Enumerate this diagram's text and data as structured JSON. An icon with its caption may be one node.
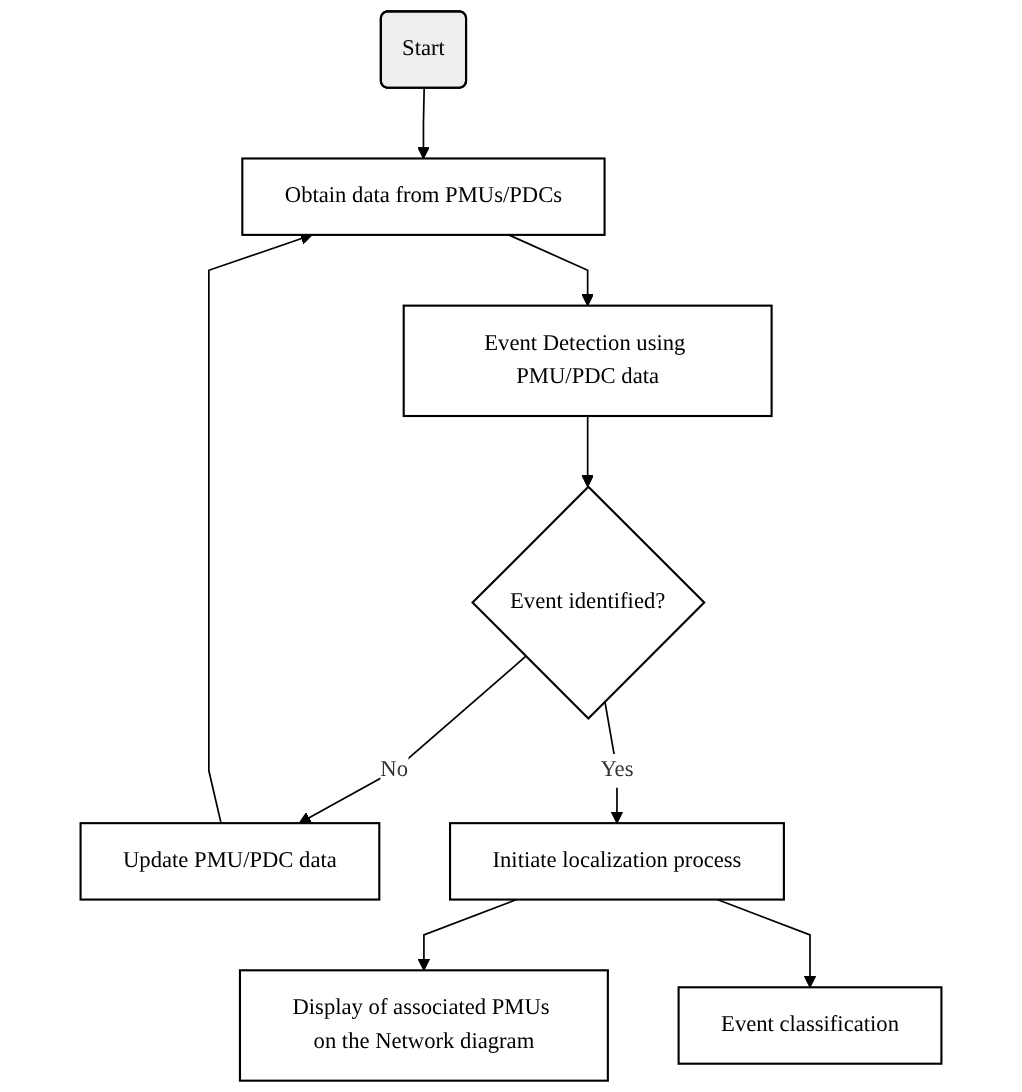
{
  "diagram": {
    "nodes": [
      {
        "text": [
          "Start"
        ]
      },
      {
        "text": [
          "Obtain data from PMUs/PDCs"
        ]
      },
      {
        "text": [
          "Event Detection using PMU/PDC data"
        ]
      },
      {
        "text": [
          "Event identified?"
        ]
      },
      {
        "text": [
          "Update PMU/PDC data"
        ]
      },
      {
        "text": [
          "Initiate localization process"
        ]
      },
      {
        "text": [
          "Display of associated PMUs on the Network diagram"
        ]
      },
      {
        "text": [
          "Event classification"
        ]
      }
    ],
    "edges": [
      {
        "from": 0,
        "to": 1,
        "arrow": "to"
      },
      {
        "from": 1,
        "to": 2,
        "arrow": "to"
      },
      {
        "from": 2,
        "to": 3,
        "arrow": "to"
      },
      {
        "from": 3,
        "to": 4,
        "label": "No",
        "arrow": "to"
      },
      {
        "from": 4,
        "to": 1,
        "arrow": "to"
      },
      {
        "from": 3,
        "to": 5,
        "label": "Yes",
        "arrow": "to"
      },
      {
        "from": 5,
        "to": 6,
        "arrow": "to"
      },
      {
        "from": 5,
        "to": 7,
        "arrow": "to"
      }
    ]
  }
}
